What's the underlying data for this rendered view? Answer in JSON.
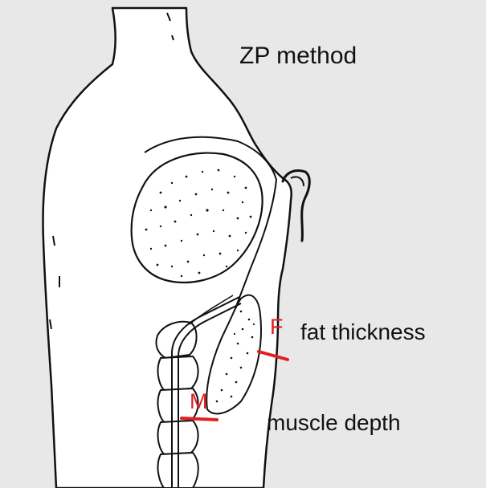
{
  "figure": {
    "title": "ZP method",
    "markers": {
      "fat": {
        "letter": "F",
        "label": "fat thickness"
      },
      "muscle": {
        "letter": "M",
        "label": "muscle depth"
      }
    }
  },
  "colors": {
    "background": "#e8e8e9",
    "drawing_fill": "#ffffff",
    "ink": "#111111",
    "marker": "#e02020",
    "label_text": "#111111"
  }
}
